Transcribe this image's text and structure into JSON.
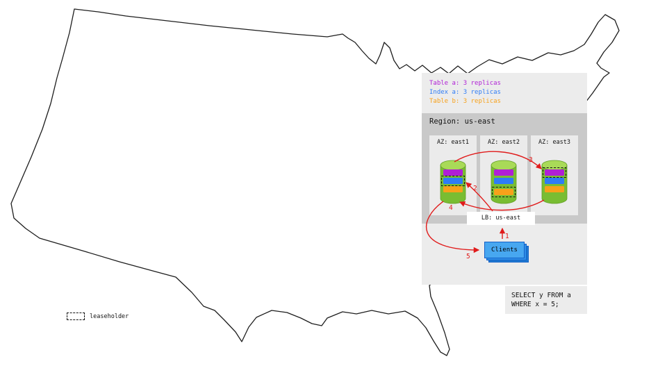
{
  "legend": {
    "items": [
      {
        "label": "Table a: 3 replicas",
        "color": "#b01fd6"
      },
      {
        "label": "Index a: 3 replicas",
        "color": "#2e7cf6"
      },
      {
        "label": "Table b: 3 replicas",
        "color": "#f7a11a"
      }
    ]
  },
  "region": {
    "label": "Region: us-east",
    "azs": [
      {
        "label": "AZ: east1",
        "leaseholder_band": "Index a"
      },
      {
        "label": "AZ: east2",
        "leaseholder_band": "Table b"
      },
      {
        "label": "AZ: east3",
        "leaseholder_band": "Table a"
      }
    ]
  },
  "lb": {
    "label": "LB: us-east"
  },
  "clients": {
    "label": "Clients"
  },
  "sql": {
    "line1": "SELECT y FROM a",
    "line2": "WHERE x = 5;"
  },
  "steps": [
    "1",
    "2",
    "3",
    "4",
    "5"
  ],
  "key": {
    "label": "leaseholder"
  },
  "colors": {
    "table_a_purple": "#b01fd6",
    "index_a_blue": "#2e7cf6",
    "table_b_orange": "#f7a11a",
    "cylinder_green": "#79bd32",
    "cylinder_top_green": "#a9da58",
    "arrow_red": "#e01b1b",
    "clients_blue": "#47a7f0",
    "panel_gray": "#ececec",
    "region_gray": "#c9c9c9"
  }
}
